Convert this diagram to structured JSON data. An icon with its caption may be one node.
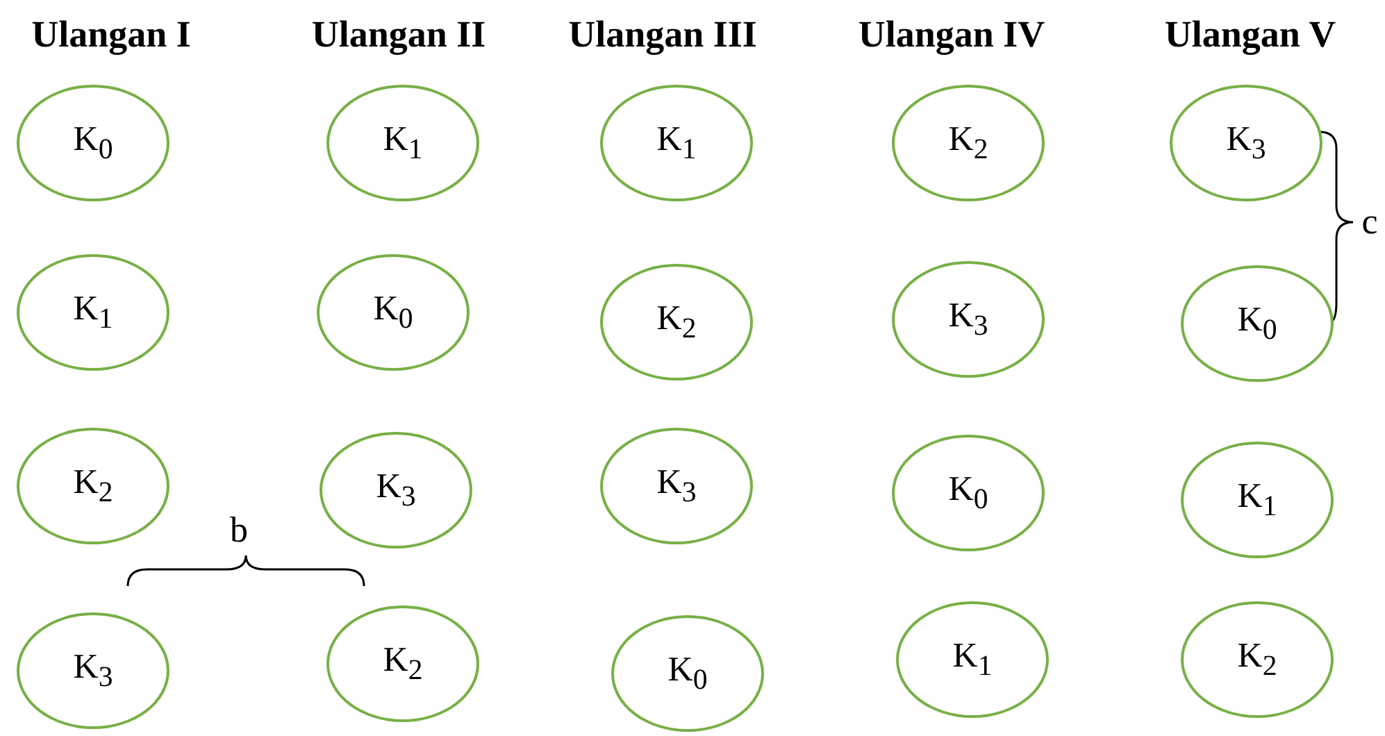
{
  "diagram": {
    "nodes": [
      {
        "text": [
          "K$_{0}$"
        ]
      },
      {
        "text": [
          "K$_{1}$"
        ]
      },
      {
        "text": [
          "K$_{1}$"
        ]
      },
      {
        "text": [
          "K$_{2}$"
        ]
      },
      {
        "text": [
          "K$_{3}$"
        ]
      },
      {
        "text": [
          "K$_{1}$"
        ]
      },
      {
        "text": [
          "K$_{0}$"
        ]
      },
      {
        "text": [
          "K$_{2}$"
        ]
      },
      {
        "text": [
          "K$_{3}$"
        ]
      },
      {
        "text": [
          "K$_{0}$"
        ]
      },
      {
        "text": [
          "K$_{2}$"
        ]
      },
      {
        "text": [
          "K$_{3}$"
        ]
      },
      {
        "text": [
          "K$_{3}$"
        ]
      },
      {
        "text": [
          "K$_{0}$"
        ]
      },
      {
        "text": [
          "K$_{1}$"
        ]
      },
      {
        "text": [
          "K$_{3}$"
        ]
      },
      {
        "text": [
          "K$_{2}$"
        ]
      },
      {
        "text": [
          "K$_{0}$"
        ]
      },
      {
        "text": [
          "K$_{1}$"
        ]
      },
      {
        "text": [
          "K$_{2}$"
        ]
      }
    ],
    "labels": [
      "Ulangan I",
      "Ulangan II",
      "Ulangan III",
      "Ulangan IV",
      "Ulangan V",
      "c",
      "b"
    ]
  }
}
